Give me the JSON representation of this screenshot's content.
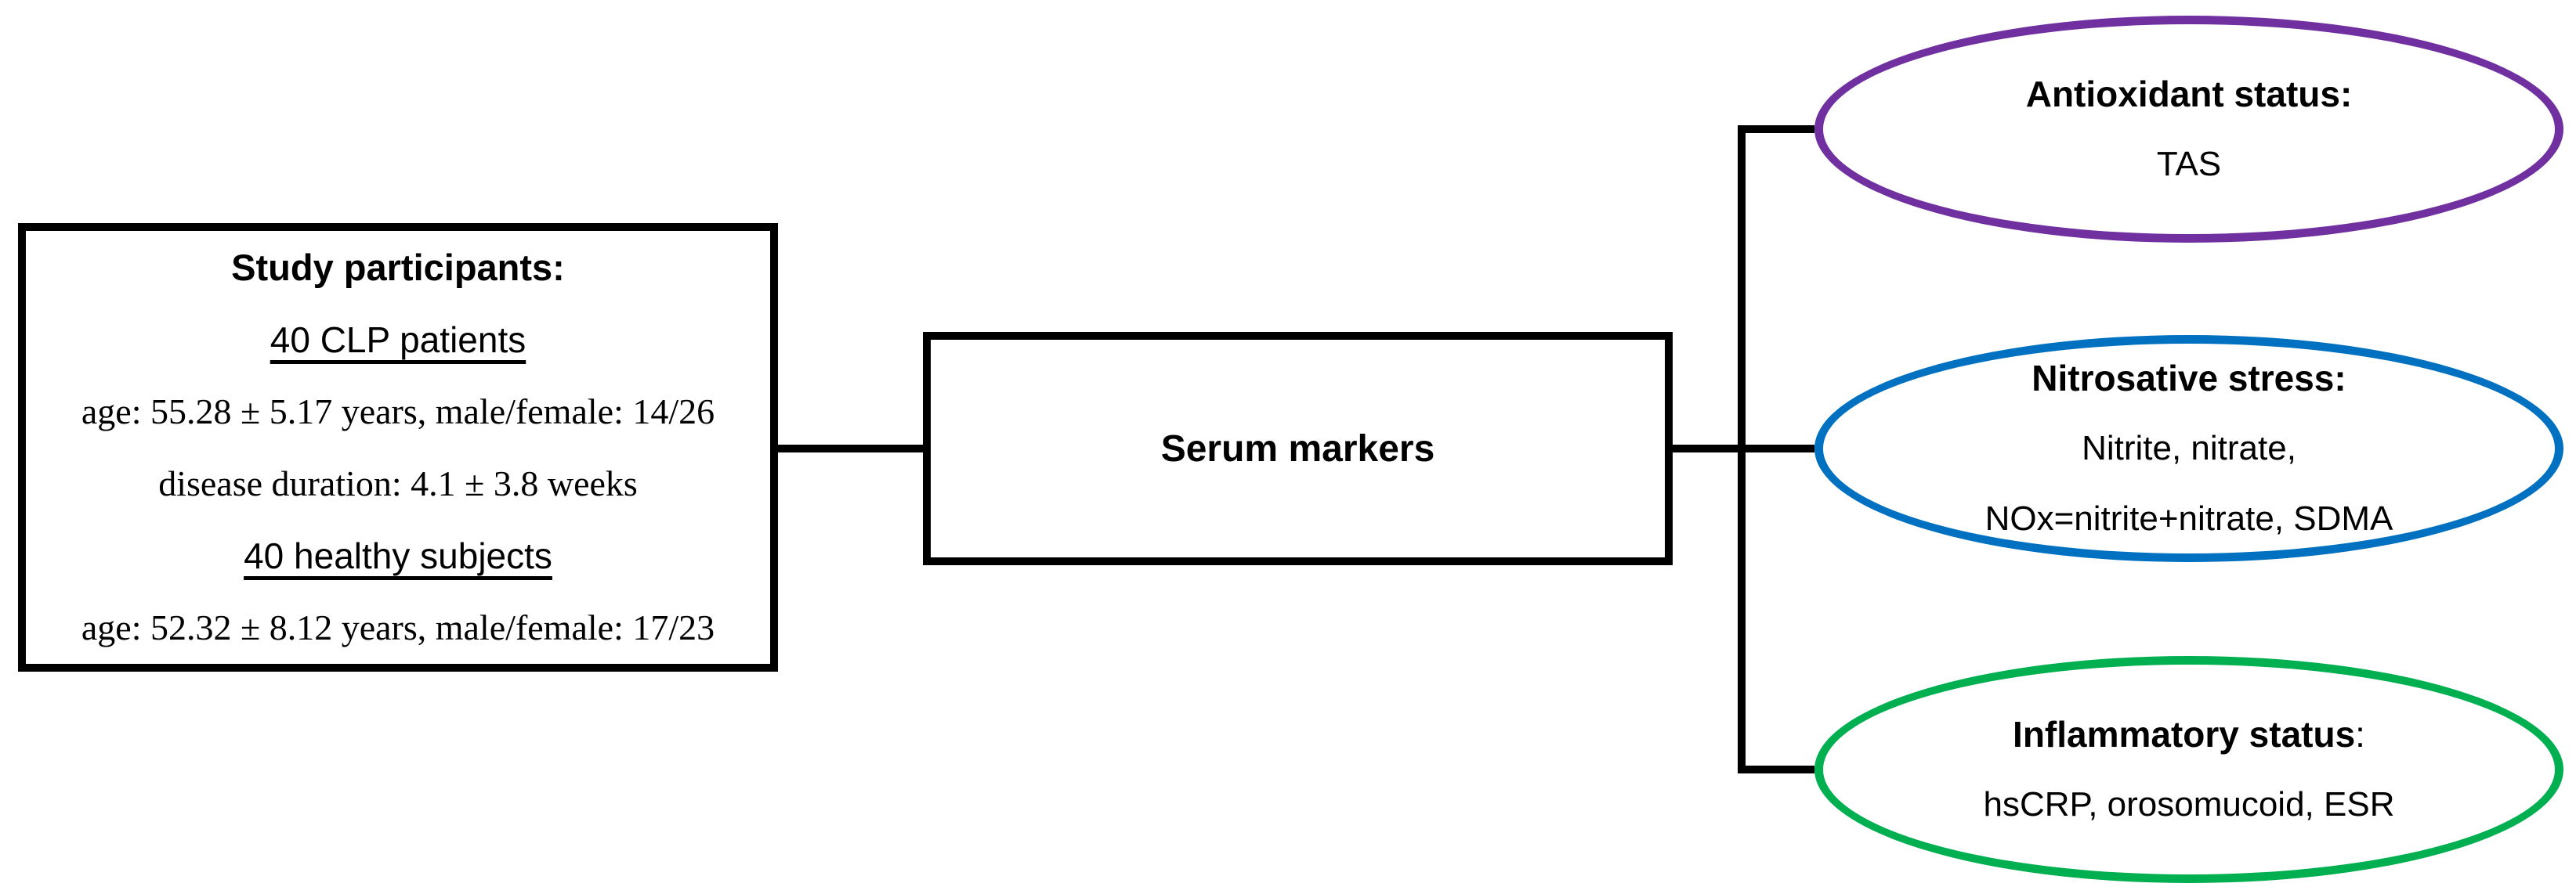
{
  "participants_box": {
    "lines": [
      {
        "text": "Study participants:",
        "style": "bold-sans"
      },
      {
        "text": "40 CLP patients",
        "style": "underlined-sans"
      },
      {
        "text": "age: 55.28 ± 5.17 years, male/female: 14/26",
        "style": "serif"
      },
      {
        "text": "disease duration: 4.1 ± 3.8 weeks",
        "style": "serif"
      },
      {
        "text": "40 healthy subjects",
        "style": "underlined-sans"
      },
      {
        "text": "age: 52.32 ± 8.12 years, male/female: 17/23",
        "style": "serif"
      }
    ]
  },
  "serum_box": {
    "label": "Serum markers"
  },
  "ellipses": [
    {
      "id": "antioxidant",
      "border_color": "#7030A0",
      "title": "Antioxidant status:",
      "line1": "TAS",
      "line2": ""
    },
    {
      "id": "nitrosative",
      "border_color": "#0070C0",
      "title": "Nitrosative stress:",
      "line1": "Nitrite, nitrate,",
      "line2": "NOx=nitrite+nitrate, SDMA"
    },
    {
      "id": "inflammatory",
      "border_color": "#00B050",
      "title": "Inflammatory status",
      "title_colon": ":",
      "line1": "hsCRP, orosomucoid, ESR",
      "line2": ""
    }
  ],
  "line_color": "#000000"
}
